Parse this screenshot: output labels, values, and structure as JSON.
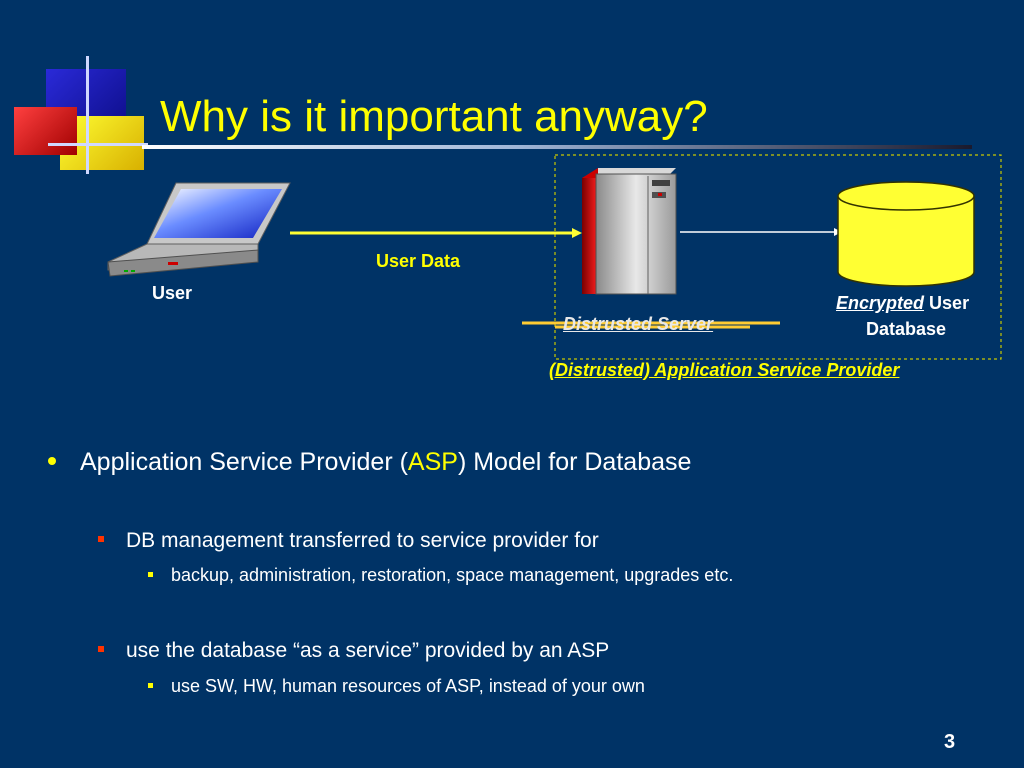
{
  "title": "Why is it important anyway?",
  "diagram": {
    "user_label": "User",
    "user_data_label": "User Data",
    "server_label": "Distrusted Server",
    "db_label_italic": "Encrypted",
    "db_label_rest": "User",
    "db_label_line2": "Database",
    "asp_label": "(Distrusted) Application Service Provider"
  },
  "bullets": {
    "l1_before": "Application Service Provider (",
    "l1_highlight": "ASP",
    "l1_after": ") Model for Database",
    "l2a": "DB management transferred to service provider for",
    "l3a": "backup, administration, restoration, space management, upgrades etc.",
    "l2b": "use the database “as a service” provided by an ASP",
    "l3b": "use SW, HW, human resources of ASP, instead of your own"
  },
  "page_number": "3",
  "colors": {
    "background": "#003366",
    "title": "#ffff00",
    "accent_red": "#ff3300"
  }
}
